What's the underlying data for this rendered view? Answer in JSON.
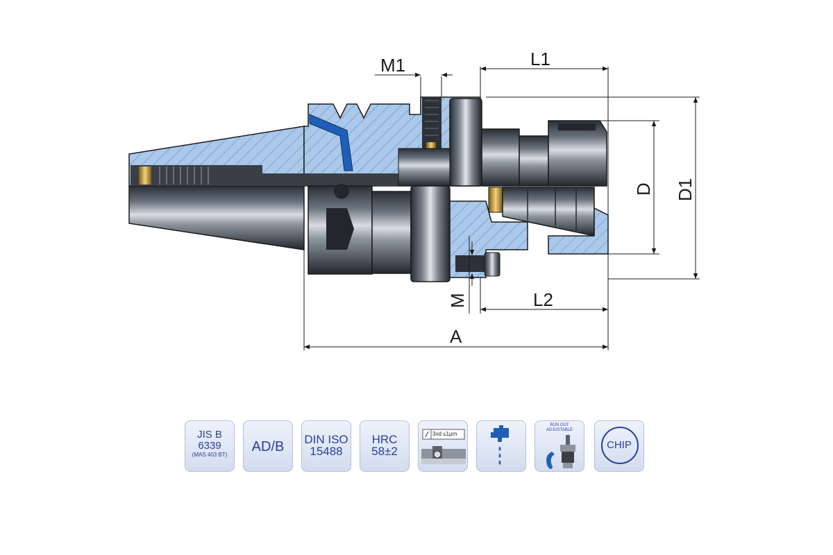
{
  "dimensions": {
    "m1": "M1",
    "l1": "L1",
    "d": "D",
    "d1": "D1",
    "m": "M",
    "l2": "L2",
    "a": "A"
  },
  "badges": {
    "jis": {
      "line1": "JIS B",
      "line2": "6339",
      "line3": "(MAS 403 BT)"
    },
    "adb": {
      "label": "AD/B"
    },
    "din": {
      "line1": "DIN ISO",
      "line2": "15488"
    },
    "hrc": {
      "line1": "HRC",
      "line2": "58±2"
    },
    "runout_spec": {
      "label": "3xd ≤1μm"
    },
    "coolant": {
      "icon": "coolant-tap-icon"
    },
    "runout_adjustable": {
      "line1": "RUN OUT",
      "line2": "ADJUSTABLE"
    },
    "chip": {
      "label": "CHIP"
    }
  },
  "colors": {
    "section_fill": "#a9c8ea",
    "coolant_blue": "#1f5fb8",
    "badge_text": "#2a3f99",
    "steel_dark": "#2c3138"
  }
}
